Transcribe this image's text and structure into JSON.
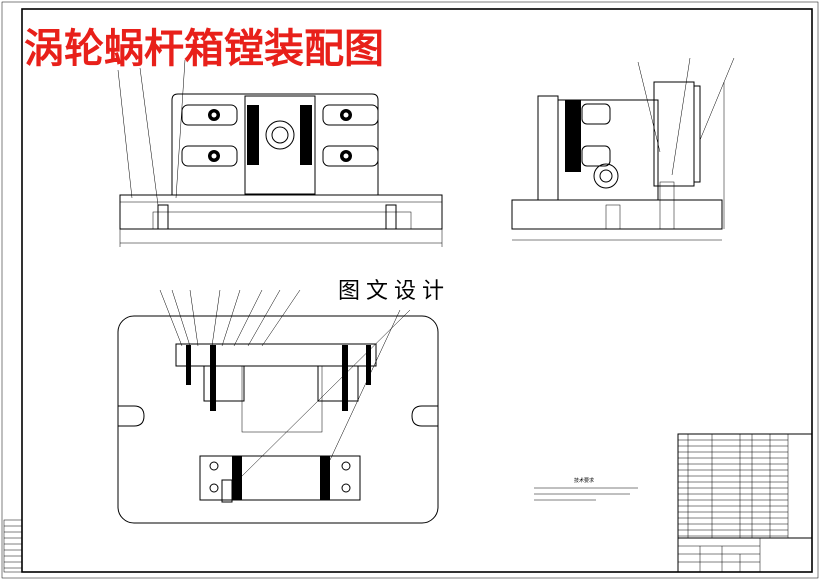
{
  "drawing": {
    "title": "涡轮蜗杆箱镗装配图",
    "subtitle": "图文设计",
    "accent_color": "#e8201a",
    "tech_requirements_heading": "技术要求"
  }
}
